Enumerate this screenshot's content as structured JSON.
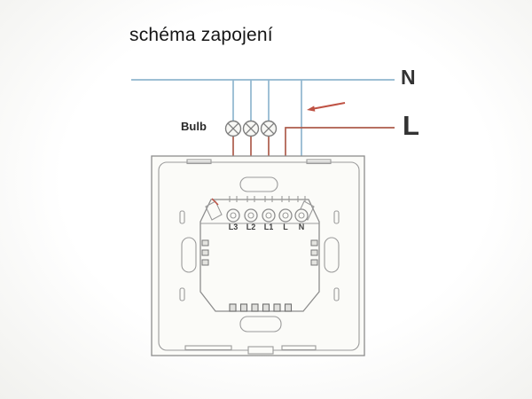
{
  "title": "schéma zapojení",
  "diagram": {
    "bulb_label": "Bulb",
    "neutral_label": "N",
    "live_label": "L",
    "terminal_labels": [
      "L3",
      "L2",
      "L1",
      "L",
      "N"
    ]
  },
  "colors": {
    "neutral_wire": "#8fb6ce",
    "live_wire": "#ad5c4b",
    "arrow": "#bf5244",
    "outline": "#8d8d8d",
    "outline_soft": "#9b9b9b",
    "text": "#1d1d1d",
    "device_fill": "#fbfbf8"
  }
}
